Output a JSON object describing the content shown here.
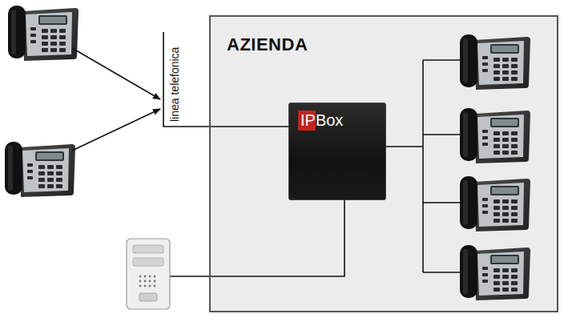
{
  "diagram": {
    "nodes": [
      {
        "text": [
          "AZIENDA"
        ]
      },
      {
        "text": [
          "IPBox"
        ],
        "in": 0
      }
    ],
    "labels": [
      "linea telefonica"
    ]
  }
}
